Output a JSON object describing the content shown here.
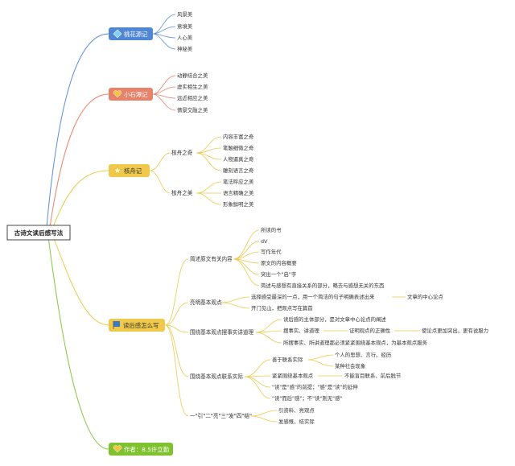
{
  "root": {
    "label": "古诗文读后感写法"
  },
  "colors": {
    "blue": "#4f86d6",
    "orange": "#e8836a",
    "gold": "#f0c94a",
    "green": "#7fc12f",
    "line_blue": "#5b8fd9",
    "line_orange": "#e8836a",
    "line_gold": "#ecc94b",
    "line_green": "#87c540"
  },
  "branches": {
    "b1": {
      "label": "桃花源记",
      "icon": "blue-diamond-icon",
      "children": [
        "风景美",
        "意境美",
        "人心美",
        "神秘美"
      ]
    },
    "b2": {
      "label": "小石潭记",
      "icon": "heart-icon",
      "children": [
        "动静结合之美",
        "虚实相生之美",
        "远近相应之美",
        "情景交融之美"
      ]
    },
    "b3": {
      "label": "核舟记",
      "icon": "star-icon",
      "sub1": {
        "label": "核舟之奇",
        "children": [
          "内容丰富之奇",
          "笔触细微之奇",
          "人物逼真之奇",
          "雕刻语言之奇"
        ]
      },
      "sub2": {
        "label": "核舟之美",
        "children": [
          "笔法呼应之美",
          "语言精确之美",
          "形象鲜明之美"
        ]
      }
    },
    "b4": {
      "label": "读后感怎么写",
      "icon": "flag-icon",
      "s1": {
        "label": "简述原文有关内容",
        "children": [
          "所读的书",
          "dV",
          "写作年代",
          "原文的内容概要",
          "突出一个\"启\"字",
          "简述与感想有直接关系的部分，略去与感想无关的东西"
        ]
      },
      "s2": {
        "label": "亮明基本观点",
        "c1": "选择感受最深的一点，用一个简洁的句子明确表述出来",
        "c1a": "文章的中心论点",
        "c2": "开门见山，把观点写在篇首"
      },
      "s3": {
        "label": "围绕基本观点摆事实讲道理",
        "c1": "读后感的主体部分，是对文章中心论点的阐述",
        "c2": "摆事实、讲道理",
        "c2a": "证明观点的正确性",
        "c2b": "使论点更加突出、更有说服力",
        "c3": "所摆事实、所讲道理都必须紧紧围绕基本观点，为基本观点服务"
      },
      "s4": {
        "label": "围绕基本观点联系实际",
        "c1": "善于联系实际",
        "c1a": "个人的思想、言行、经历",
        "c1b": "某种社会现象",
        "c2": "紧紧围绕基本观点",
        "c2a": "不能盲目联系、前后脱节",
        "c3": "\"读\"是\"感\"的前提；\"感\"是\"读\"的延伸",
        "c4": "\"读\"而后\"感\"；不\"读\"则无\"感\""
      },
      "s5": {
        "label": "一\"引\"二\"亮\"三\"发\"四\"结\"",
        "children": [
          "引资料、亮观点",
          "发感慨、结实际"
        ]
      }
    },
    "b5": {
      "label": "作者：8.5许立勤",
      "icon": "heart-icon"
    }
  }
}
